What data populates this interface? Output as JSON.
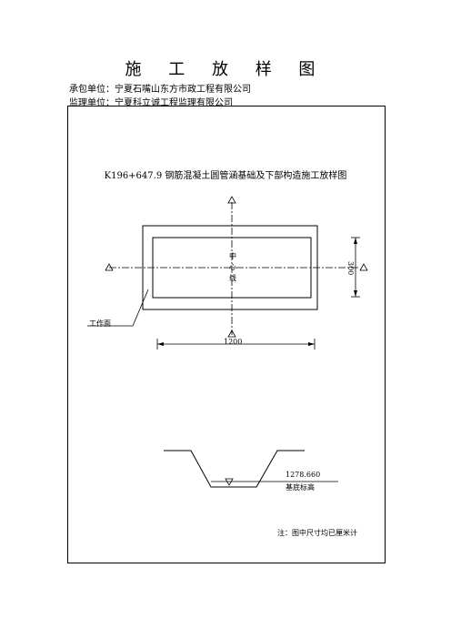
{
  "title": "施 工 放 样 图",
  "contractor": {
    "label": "承包单位：",
    "value": "宁夏石嘴山东方市政工程有限公司"
  },
  "supervisor": {
    "label": "监理单位：",
    "value": "宁夏科立诚工程监理有限公司"
  },
  "drawing": {
    "heading": "K196+647.9 钢筋混凝土圆管涵基础及下部构造施工放样图",
    "centerline_label": [
      "中",
      "心",
      "线"
    ],
    "work_face": "工作面",
    "dim_width": "1200",
    "dim_height": "300",
    "elevation_value": "1278.660",
    "elevation_label": "基底标高",
    "note": "注：图中尺寸均已厘米计"
  }
}
